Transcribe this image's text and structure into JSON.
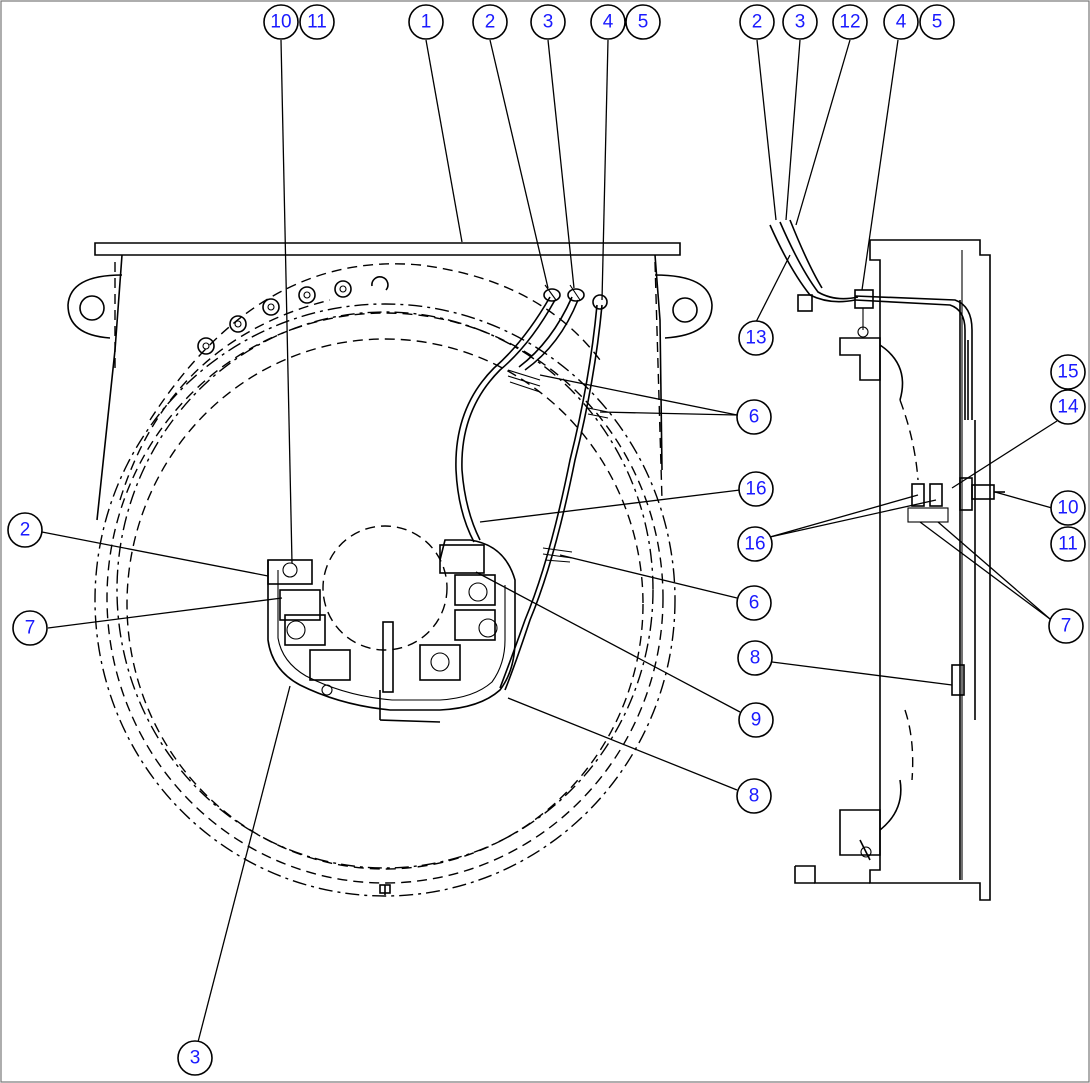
{
  "colors": {
    "line": "#000000",
    "callout_text": "#1a1aff",
    "background": "#ffffff"
  },
  "callouts": [
    {
      "id": "c-10-top",
      "text": "10"
    },
    {
      "id": "c-11-top",
      "text": "11"
    },
    {
      "id": "c-1",
      "text": "1"
    },
    {
      "id": "c-2-top",
      "text": "2"
    },
    {
      "id": "c-3-top",
      "text": "3"
    },
    {
      "id": "c-4-top",
      "text": "4"
    },
    {
      "id": "c-5-top",
      "text": "5"
    },
    {
      "id": "c-2-side",
      "text": "2"
    },
    {
      "id": "c-3-side",
      "text": "3"
    },
    {
      "id": "c-12",
      "text": "12"
    },
    {
      "id": "c-4-side",
      "text": "4"
    },
    {
      "id": "c-5-side",
      "text": "5"
    },
    {
      "id": "c-13",
      "text": "13"
    },
    {
      "id": "c-15",
      "text": "15"
    },
    {
      "id": "c-14",
      "text": "14"
    },
    {
      "id": "c-6-upper",
      "text": "6"
    },
    {
      "id": "c-16-front",
      "text": "16"
    },
    {
      "id": "c-10-side",
      "text": "10"
    },
    {
      "id": "c-11-side",
      "text": "11"
    },
    {
      "id": "c-16-side",
      "text": "16"
    },
    {
      "id": "c-2-left",
      "text": "2"
    },
    {
      "id": "c-6-lower",
      "text": "6"
    },
    {
      "id": "c-7-left",
      "text": "7"
    },
    {
      "id": "c-7-side",
      "text": "7"
    },
    {
      "id": "c-8-side",
      "text": "8"
    },
    {
      "id": "c-9",
      "text": "9"
    },
    {
      "id": "c-8-front",
      "text": "8"
    },
    {
      "id": "c-3-bottom",
      "text": "3"
    }
  ]
}
